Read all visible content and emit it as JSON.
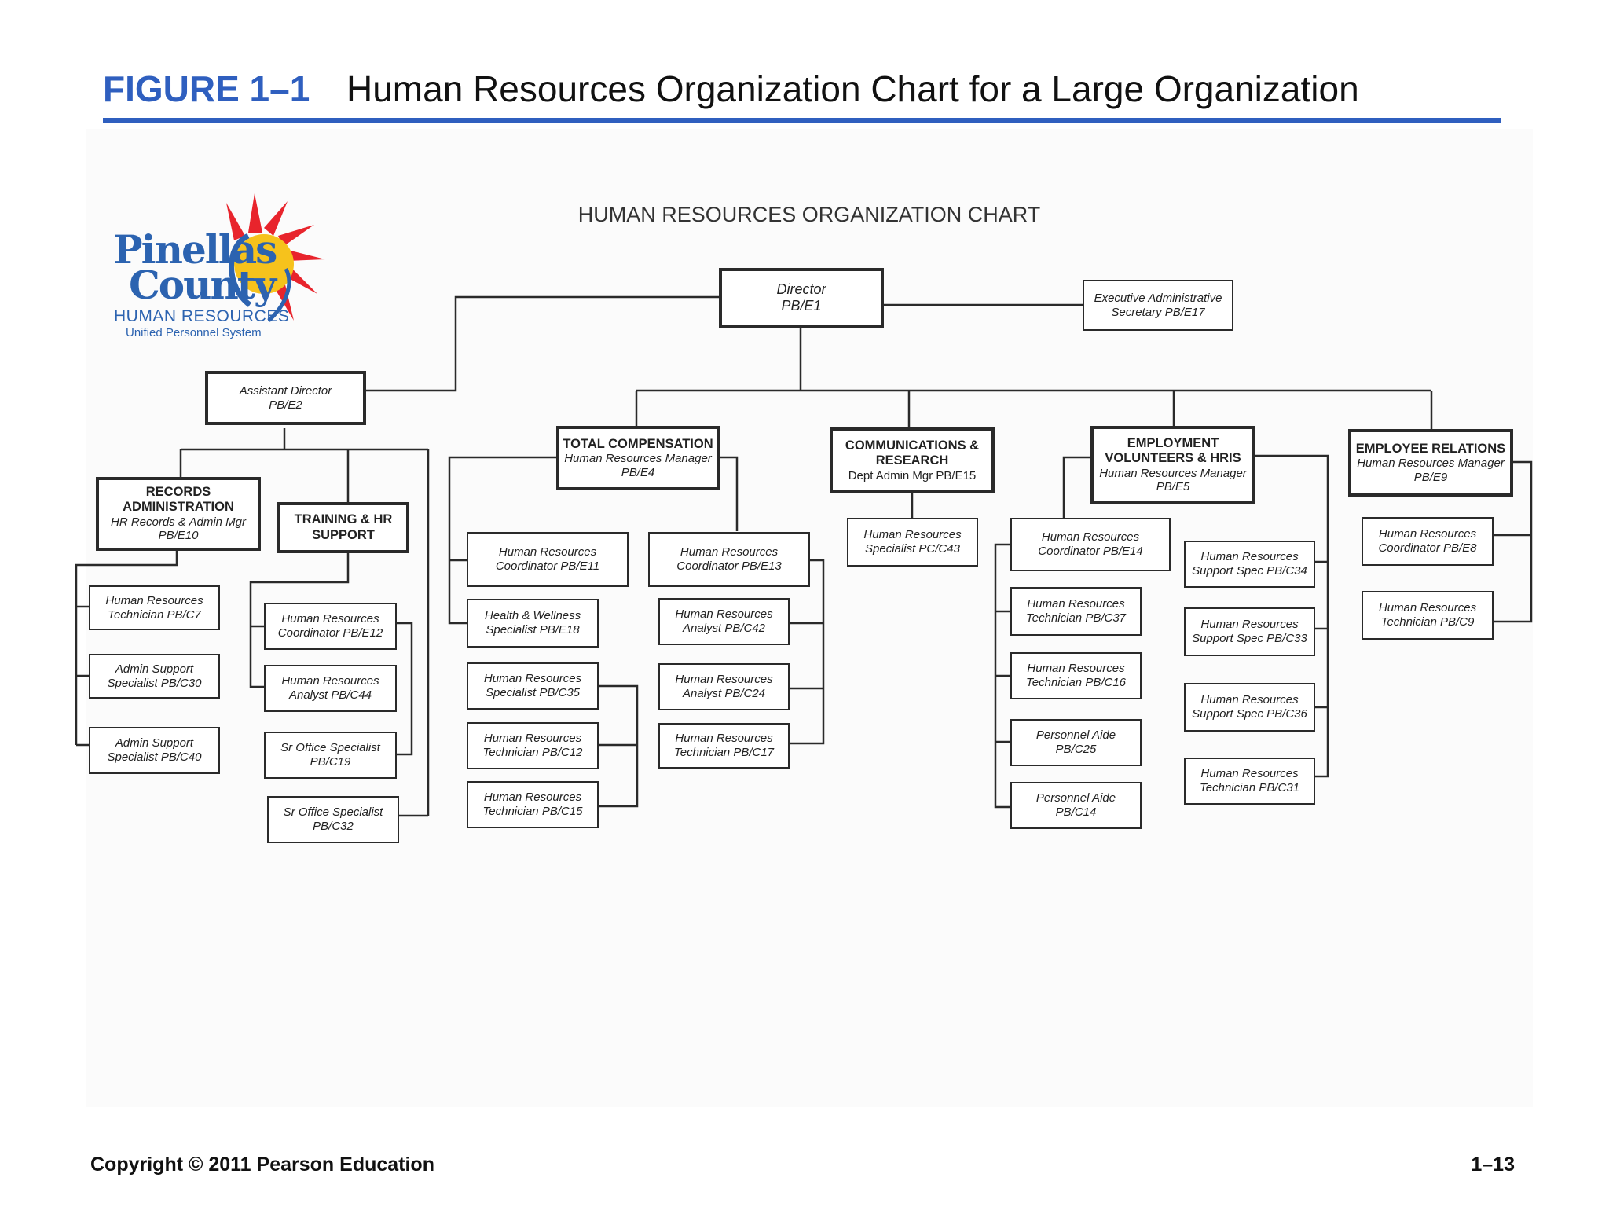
{
  "header": {
    "figure_label": "FIGURE 1–1",
    "figure_title": "Human Resources Organization Chart for a Large Organization"
  },
  "logo": {
    "line1": "Pinellas",
    "line2": "County",
    "line3": "HUMAN RESOURCES",
    "line4": "Unified Personnel System",
    "colors": {
      "blue": "#2c63b0",
      "red": "#e8242c",
      "yellow": "#f6c21c"
    }
  },
  "org_chart_title": "HUMAN RESOURCES ORGANIZATION CHART",
  "nodes": {
    "director": {
      "role": "Director",
      "code": "PB/E1"
    },
    "exec_secretary": {
      "role": "Executive Administrative",
      "code": "Secretary  PB/E17"
    },
    "assistant_director": {
      "role": "Assistant Director",
      "code": "PB/E2"
    },
    "records_admin": {
      "dept": "RECORDS",
      "dept2": "ADMINISTRATION",
      "role": "HR Records & Admin Mgr",
      "code": "PB/E10"
    },
    "training": {
      "dept": "TRAINING & HR",
      "dept2": "SUPPORT"
    },
    "total_comp": {
      "dept": "TOTAL COMPENSATION",
      "role": "Human Resources Manager",
      "code": "PB/E4"
    },
    "comm_research": {
      "dept": "COMMUNICATIONS &",
      "dept2": "RESEARCH",
      "role": "Dept Admin Mgr  PB/E15"
    },
    "employment": {
      "dept": "EMPLOYMENT",
      "dept2": "VOLUNTEERS & HRIS",
      "role": "Human Resources Manager",
      "code": "PB/E5"
    },
    "employee_relations": {
      "dept": "EMPLOYEE RELATIONS",
      "role": "Human Resources Manager",
      "code": "PB/E9"
    },
    "rec_c7": {
      "line1": "Human Resources",
      "line2": "Technician  PB/C7"
    },
    "rec_c30": {
      "line1": "Admin Support",
      "line2": "Specialist  PB/C30"
    },
    "rec_c40": {
      "line1": "Admin Support",
      "line2": "Specialist  PB/C40"
    },
    "trn_e12": {
      "line1": "Human Resources",
      "line2": "Coordinator  PB/E12"
    },
    "trn_c44": {
      "line1": "Human Resources",
      "line2": "Analyst   PB/C44"
    },
    "trn_c19": {
      "line1": "Sr Office Specialist",
      "line2": "PB/C19"
    },
    "trn_c32": {
      "line1": "Sr Office Specialist",
      "line2": "PB/C32"
    },
    "tc_e11": {
      "line1": "Human Resources",
      "line2": "Coordinator  PB/E11"
    },
    "tc_e18": {
      "line1": "Health & Wellness",
      "line2": "Specialist  PB/E18"
    },
    "tc_c35": {
      "line1": "Human Resources",
      "line2": "Specialist  PB/C35"
    },
    "tc_c12": {
      "line1": "Human Resources",
      "line2": "Technician   PB/C12"
    },
    "tc_c15": {
      "line1": "Human Resources",
      "line2": "Technician   PB/C15"
    },
    "tc_e13": {
      "line1": "Human Resources",
      "line2": "Coordinator   PB/E13"
    },
    "tc_c42": {
      "line1": "Human Resources",
      "line2": "Analyst  PB/C42"
    },
    "tc_c24": {
      "line1": "Human Resources",
      "line2": "Analyst   PB/C24"
    },
    "tc_c17": {
      "line1": "Human Resources",
      "line2": "Technician  PB/C17"
    },
    "cr_c43": {
      "line1": "Human Resources",
      "line2": "Specialist  PC/C43"
    },
    "emp_e14": {
      "line1": "Human Resources",
      "line2": "Coordinator   PB/E14"
    },
    "emp_c37": {
      "line1": "Human Resources",
      "line2": "Technician   PB/C37"
    },
    "emp_c16": {
      "line1": "Human Resources",
      "line2": "Technician    PB/C16"
    },
    "emp_c25": {
      "line1": "Personnel Aide",
      "line2": "PB/C25"
    },
    "emp_c14": {
      "line1": "Personnel Aide",
      "line2": "PB/C14"
    },
    "emp_c34": {
      "line1": "Human Resources",
      "line2": "Support  Spec PB/C34"
    },
    "emp_c33": {
      "line1": "Human Resources",
      "line2": "Support  Spec PB/C33"
    },
    "emp_c36": {
      "line1": "Human Resources",
      "line2": "Support  Spec   PB/C36"
    },
    "emp_c31": {
      "line1": "Human Resources",
      "line2": "Technician  PB/C31"
    },
    "er_e8": {
      "line1": "Human Resources",
      "line2": "Coordinator   PB/E8"
    },
    "er_c9": {
      "line1": "Human Resources",
      "line2": "Technician   PB/C9"
    }
  },
  "footer": {
    "copyright": "Copyright © 2011 Pearson Education",
    "page_number": "1–13"
  }
}
